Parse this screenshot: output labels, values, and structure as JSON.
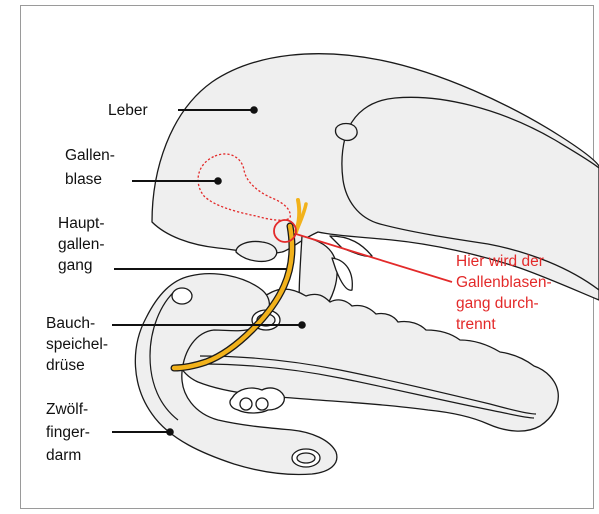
{
  "labels": {
    "leber": "Leber",
    "gallenblase": [
      "Gallen-",
      "blase"
    ],
    "hauptgallengang": [
      "Haupt-",
      "gallen-",
      "gang"
    ],
    "bauchspeicheldruese": [
      "Bauch-",
      "speichel-",
      "drüse"
    ],
    "zwoelffingerdarm": [
      "Zwölf-",
      "finger-",
      "darm"
    ],
    "annotation": [
      "Hier wird der",
      "Gallenblasen-",
      "gang durch-",
      "trennt"
    ]
  },
  "colors": {
    "organ_fill": "#efefef",
    "outline": "#1a1a1a",
    "bile_duct": "#f2b21b",
    "highlight_red": "#e32a2a",
    "frame_border": "#9a9a9a"
  }
}
